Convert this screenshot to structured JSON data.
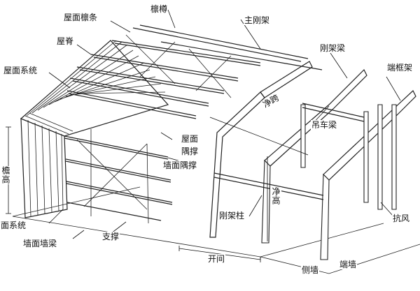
{
  "labels": {
    "roof_purlin": "屋面檩条",
    "purlin": "檩樽",
    "main_frame": "主刚架",
    "ridge": "屋脊",
    "frame_beam": "刚架梁",
    "end_frame": "端框架",
    "roof_system": "屋面系统",
    "clear_span": "净跨",
    "crane_beam": "吊车梁",
    "roof_bracing_1": "屋面",
    "roof_bracing_2": "隅撑",
    "wall_bracing": "墙面隅撑",
    "height_left": "檐高",
    "frame_column": "刚架柱",
    "clear_height": "净高",
    "wall_system": "面系统",
    "wall_girt": "墙面墙梁",
    "brace": "支撑",
    "bay": "开间",
    "side_wall": "侧墙",
    "end_wall": "端墙",
    "wind_column": "抗风"
  }
}
